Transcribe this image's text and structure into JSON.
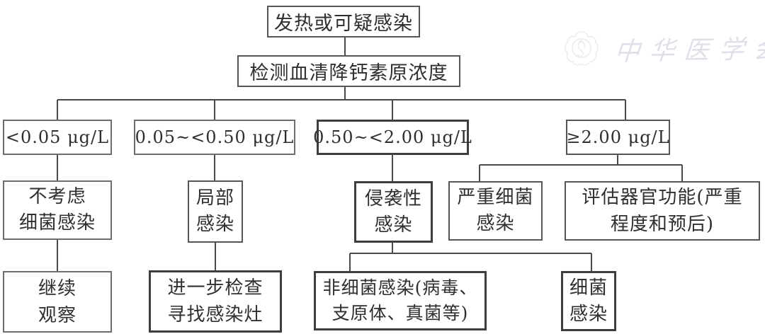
{
  "watermark": {
    "text": "中华医学会",
    "emblem_icon": "cma-plum-blossom-caduceus"
  },
  "colors": {
    "line": "#4a4a4a",
    "box_border": "#565656",
    "text": "#2f2f2f",
    "watermark": "#949cb6",
    "background": "#ffffff"
  },
  "nodes": {
    "start": {
      "lines": [
        "发热或可疑感染"
      ]
    },
    "test": {
      "lines": [
        "检测血清降钙素原浓度"
      ]
    },
    "range_lt_005": {
      "lines": [
        "<0.05 μg/L"
      ]
    },
    "range_005_050": {
      "lines": [
        "0.05~<0.50 μg/L"
      ]
    },
    "range_050_200": {
      "lines": [
        "0.50~<2.00 μg/L"
      ]
    },
    "range_ge_200": {
      "lines": [
        "≥2.00 μg/L"
      ]
    },
    "no_bacterial": {
      "lines": [
        "不考虑",
        "细菌感染"
      ]
    },
    "local_infection": {
      "lines": [
        "局部",
        "感染"
      ]
    },
    "invasive_infection": {
      "lines": [
        "侵袭性",
        "感染"
      ]
    },
    "severe_bacterial": {
      "lines": [
        "严重细菌",
        "感染"
      ]
    },
    "assess_organ": {
      "lines": [
        "评估器官功能(严重",
        "程度和预后)"
      ]
    },
    "continue_observation": {
      "lines": [
        "继续",
        "观察"
      ]
    },
    "further_examination": {
      "lines": [
        "进一步检查",
        "寻找感染灶"
      ]
    },
    "non_bacterial": {
      "lines": [
        "非细菌感染(病毒、",
        "支原体、真菌等)"
      ]
    },
    "bacterial": {
      "lines": [
        "细菌",
        "感染"
      ]
    }
  },
  "edges": [
    {
      "from": "start",
      "to": "test"
    },
    {
      "from": "test",
      "to": "range_lt_005"
    },
    {
      "from": "test",
      "to": "range_005_050"
    },
    {
      "from": "test",
      "to": "range_050_200"
    },
    {
      "from": "test",
      "to": "range_ge_200"
    },
    {
      "from": "range_lt_005",
      "to": "no_bacterial"
    },
    {
      "from": "range_005_050",
      "to": "local_infection"
    },
    {
      "from": "range_050_200",
      "to": "invasive_infection"
    },
    {
      "from": "range_ge_200",
      "to": "severe_bacterial"
    },
    {
      "from": "range_ge_200",
      "to": "assess_organ"
    },
    {
      "from": "no_bacterial",
      "to": "continue_observation"
    },
    {
      "from": "local_infection",
      "to": "further_examination"
    },
    {
      "from": "invasive_infection",
      "to": "non_bacterial"
    },
    {
      "from": "invasive_infection",
      "to": "bacterial"
    }
  ]
}
